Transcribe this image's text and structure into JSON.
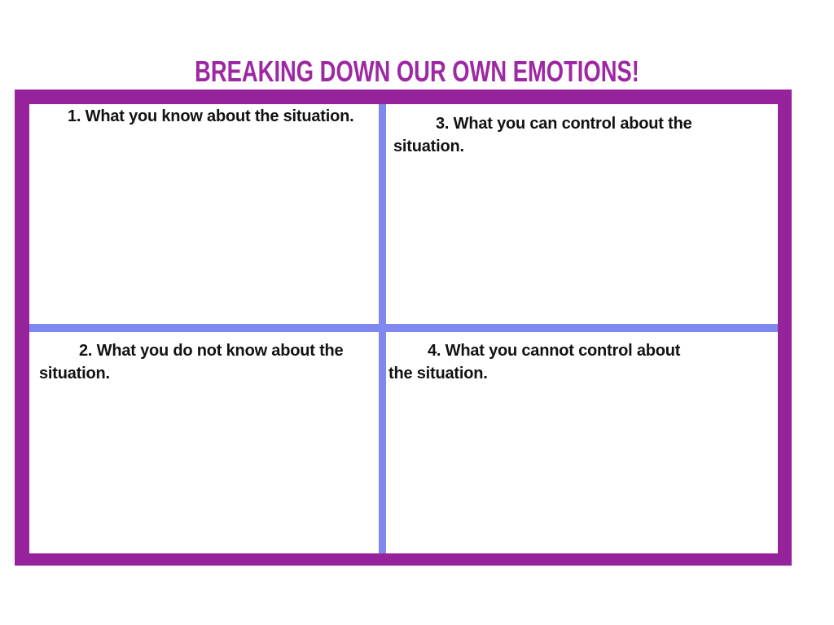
{
  "slide": {
    "title": "BREAKING DOWN OUR OWN EMOTIONS!"
  },
  "colors": {
    "title_purple": "#9e28a3",
    "border_purple": "#96239b",
    "divider_blue": "#7e88ee",
    "text_color": "#121212"
  },
  "quadrants": [
    {
      "text": "1. What you know about the situation.",
      "lines": [
        "1. What you know about the situation."
      ]
    },
    {
      "text": "2. What you do not know about the situation.",
      "lines": [
        "2. What you do not know about the",
        "situation."
      ]
    },
    {
      "text": "3. What you can control about the situation.",
      "lines": [
        "3. What you can control about the",
        "situation."
      ]
    },
    {
      "text": "4. What you cannot control about the situation.",
      "lines": [
        "4. What you cannot control about",
        "the situation."
      ]
    }
  ]
}
